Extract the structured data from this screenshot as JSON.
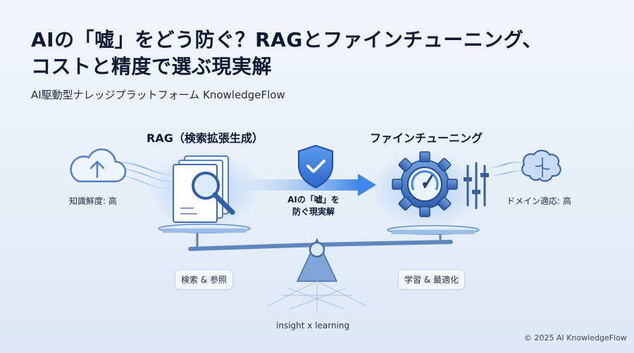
{
  "title_line1": "AIの「嘘」をどう防ぐ？RAGとファインチューニング、",
  "title_line2": "コストと精度で選ぶ現実解",
  "subtitle": "AI駆動型ナレッジプラットフォーム KnowledgeFlow",
  "left": {
    "label": "RAG（検索拡張生成）",
    "metric": "知識鮮度: 高",
    "pill": "検索 & 参照"
  },
  "right": {
    "label": "ファインチューニング",
    "metric": "ドメイン適応: 高",
    "pill": "学習 & 最適化"
  },
  "center": {
    "line1": "AIの「嘘」を",
    "line2": "防ぐ現実解"
  },
  "footer_center": "insight x learning",
  "copyright": "© 2025 AI KnowledgeFlow",
  "colors": {
    "accent": "#2f6fdc",
    "accent_light": "#8db8f2",
    "dark": "#0d1a33"
  },
  "icons": [
    "cloud-upload-icon",
    "document-search-icon",
    "shield-check-icon",
    "arrow-right-icon",
    "gauge-gear-icon",
    "equalizer-icon",
    "brain-icon",
    "balance-scale-icon"
  ]
}
